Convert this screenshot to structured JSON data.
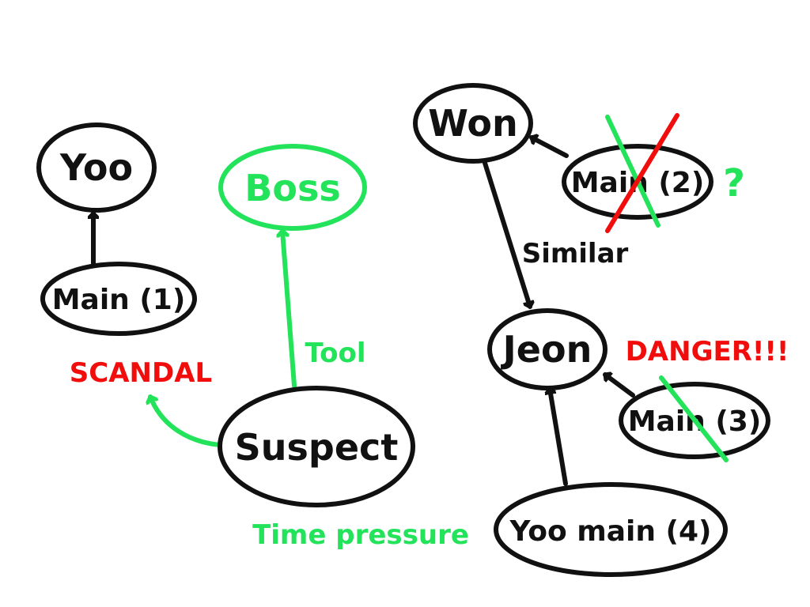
{
  "colors": {
    "black": "#111111",
    "green": "#22e35a",
    "red": "#f20d0d",
    "background": "#ffffff"
  },
  "nodes": {
    "yoo": "Yoo",
    "main1": "Main (1)",
    "boss": "Boss",
    "suspect": "Suspect",
    "won": "Won",
    "main2": "Main (2)",
    "jeon": "Jeon",
    "main3": "Main (3)",
    "yoo_main4": "Yoo main (4)"
  },
  "labels": {
    "scandal": "SCANDAL",
    "tool": "Tool",
    "time_pressure": "Time pressure",
    "similar": "Similar",
    "danger": "DANGER!!!",
    "question": "?"
  },
  "marks": {
    "main2_crossed_out": true,
    "main3_crossed_out": true
  }
}
